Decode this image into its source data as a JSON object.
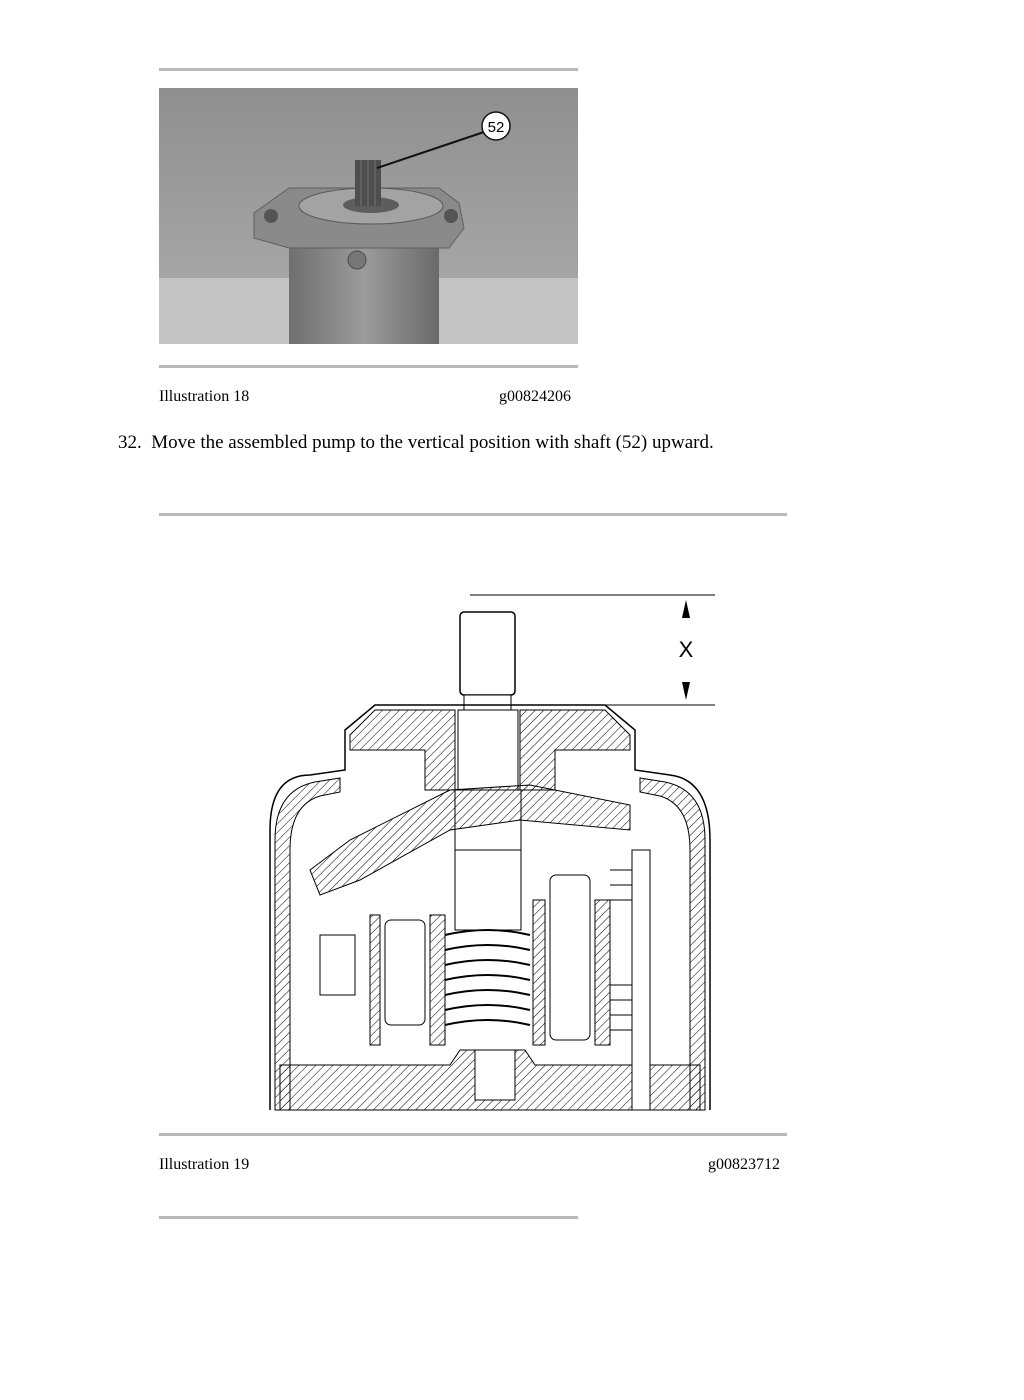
{
  "figure18": {
    "callout": "52",
    "caption": "Illustration 18",
    "id": "g00824206"
  },
  "step": {
    "number": "32.",
    "text": "Move the assembled pump to the vertical position with shaft (52) upward."
  },
  "figure19": {
    "dimension_label": "X",
    "caption": "Illustration 19",
    "id": "g00823712"
  }
}
